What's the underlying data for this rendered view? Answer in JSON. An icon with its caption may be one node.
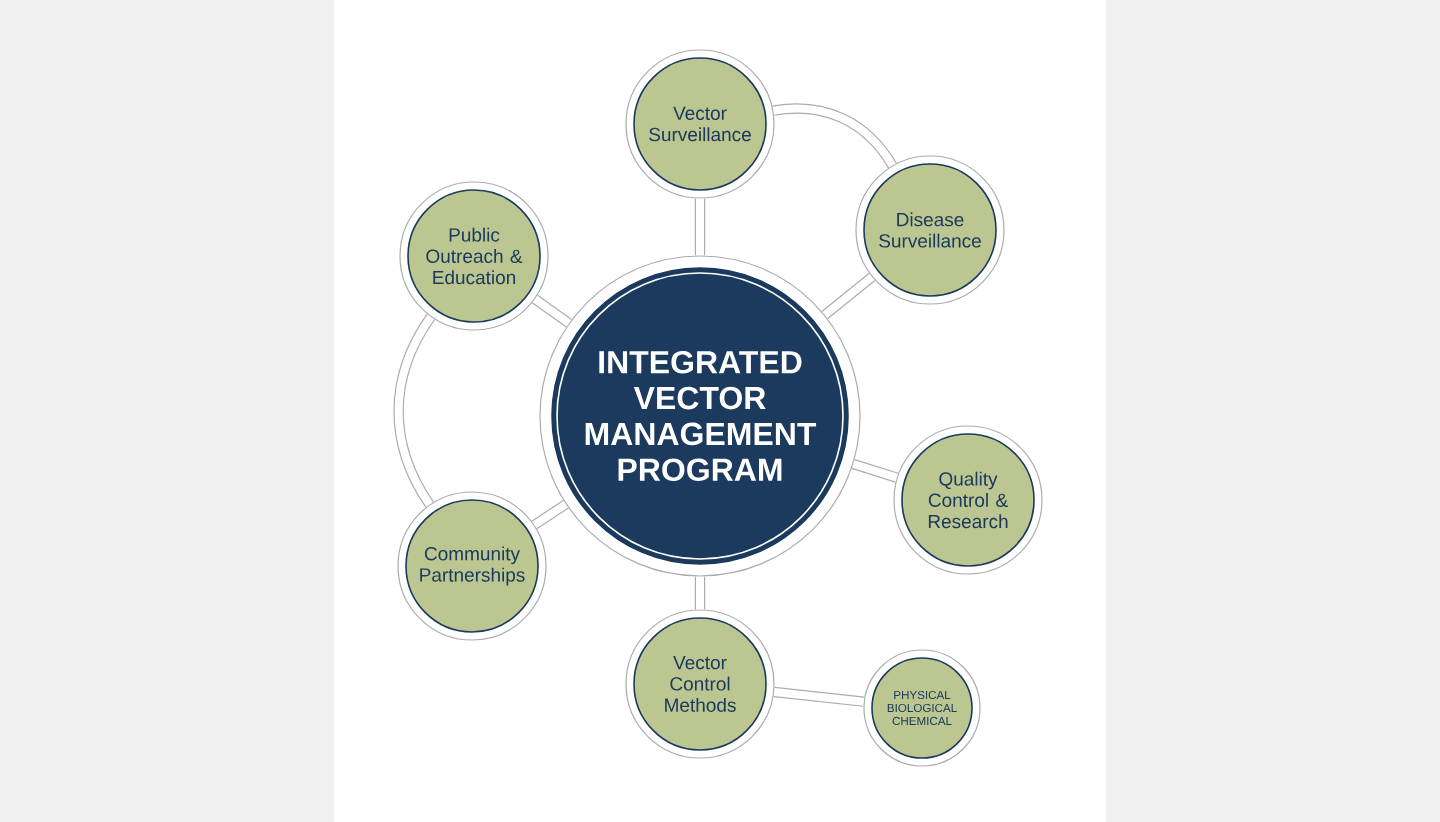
{
  "diagram": {
    "nodes": [
      {
        "text": [
          "INTEGRATED VECTOR MANAGEMENT PROGRAM"
        ]
      },
      {
        "text": [
          "Vector Surveillance"
        ]
      },
      {
        "text": [
          "Public Outreach & Education"
        ]
      },
      {
        "text": [
          "Disease Surveillance"
        ]
      },
      {
        "text": [
          "Quality Control & Research"
        ]
      },
      {
        "text": [
          "Community Partnerships"
        ]
      },
      {
        "text": [
          "Vector Control Methods"
        ]
      },
      {
        "text": [
          "PHYSICAL BIOLOGICAL CHEMICAL"
        ]
      }
    ],
    "edges": [
      {
        "from": 0,
        "to": 1,
        "arrow": "none"
      },
      {
        "from": 0,
        "to": 2,
        "arrow": "none"
      },
      {
        "from": 0,
        "to": 3,
        "arrow": "none"
      },
      {
        "from": 0,
        "to": 4,
        "arrow": "none"
      },
      {
        "from": 0,
        "to": 5,
        "arrow": "none"
      },
      {
        "from": 0,
        "to": 6,
        "arrow": "none"
      },
      {
        "from": 1,
        "to": 3,
        "arrow": "none"
      },
      {
        "from": 2,
        "to": 5,
        "arrow": "none"
      },
      {
        "from": 6,
        "to": 7,
        "arrow": "none"
      }
    ]
  }
}
